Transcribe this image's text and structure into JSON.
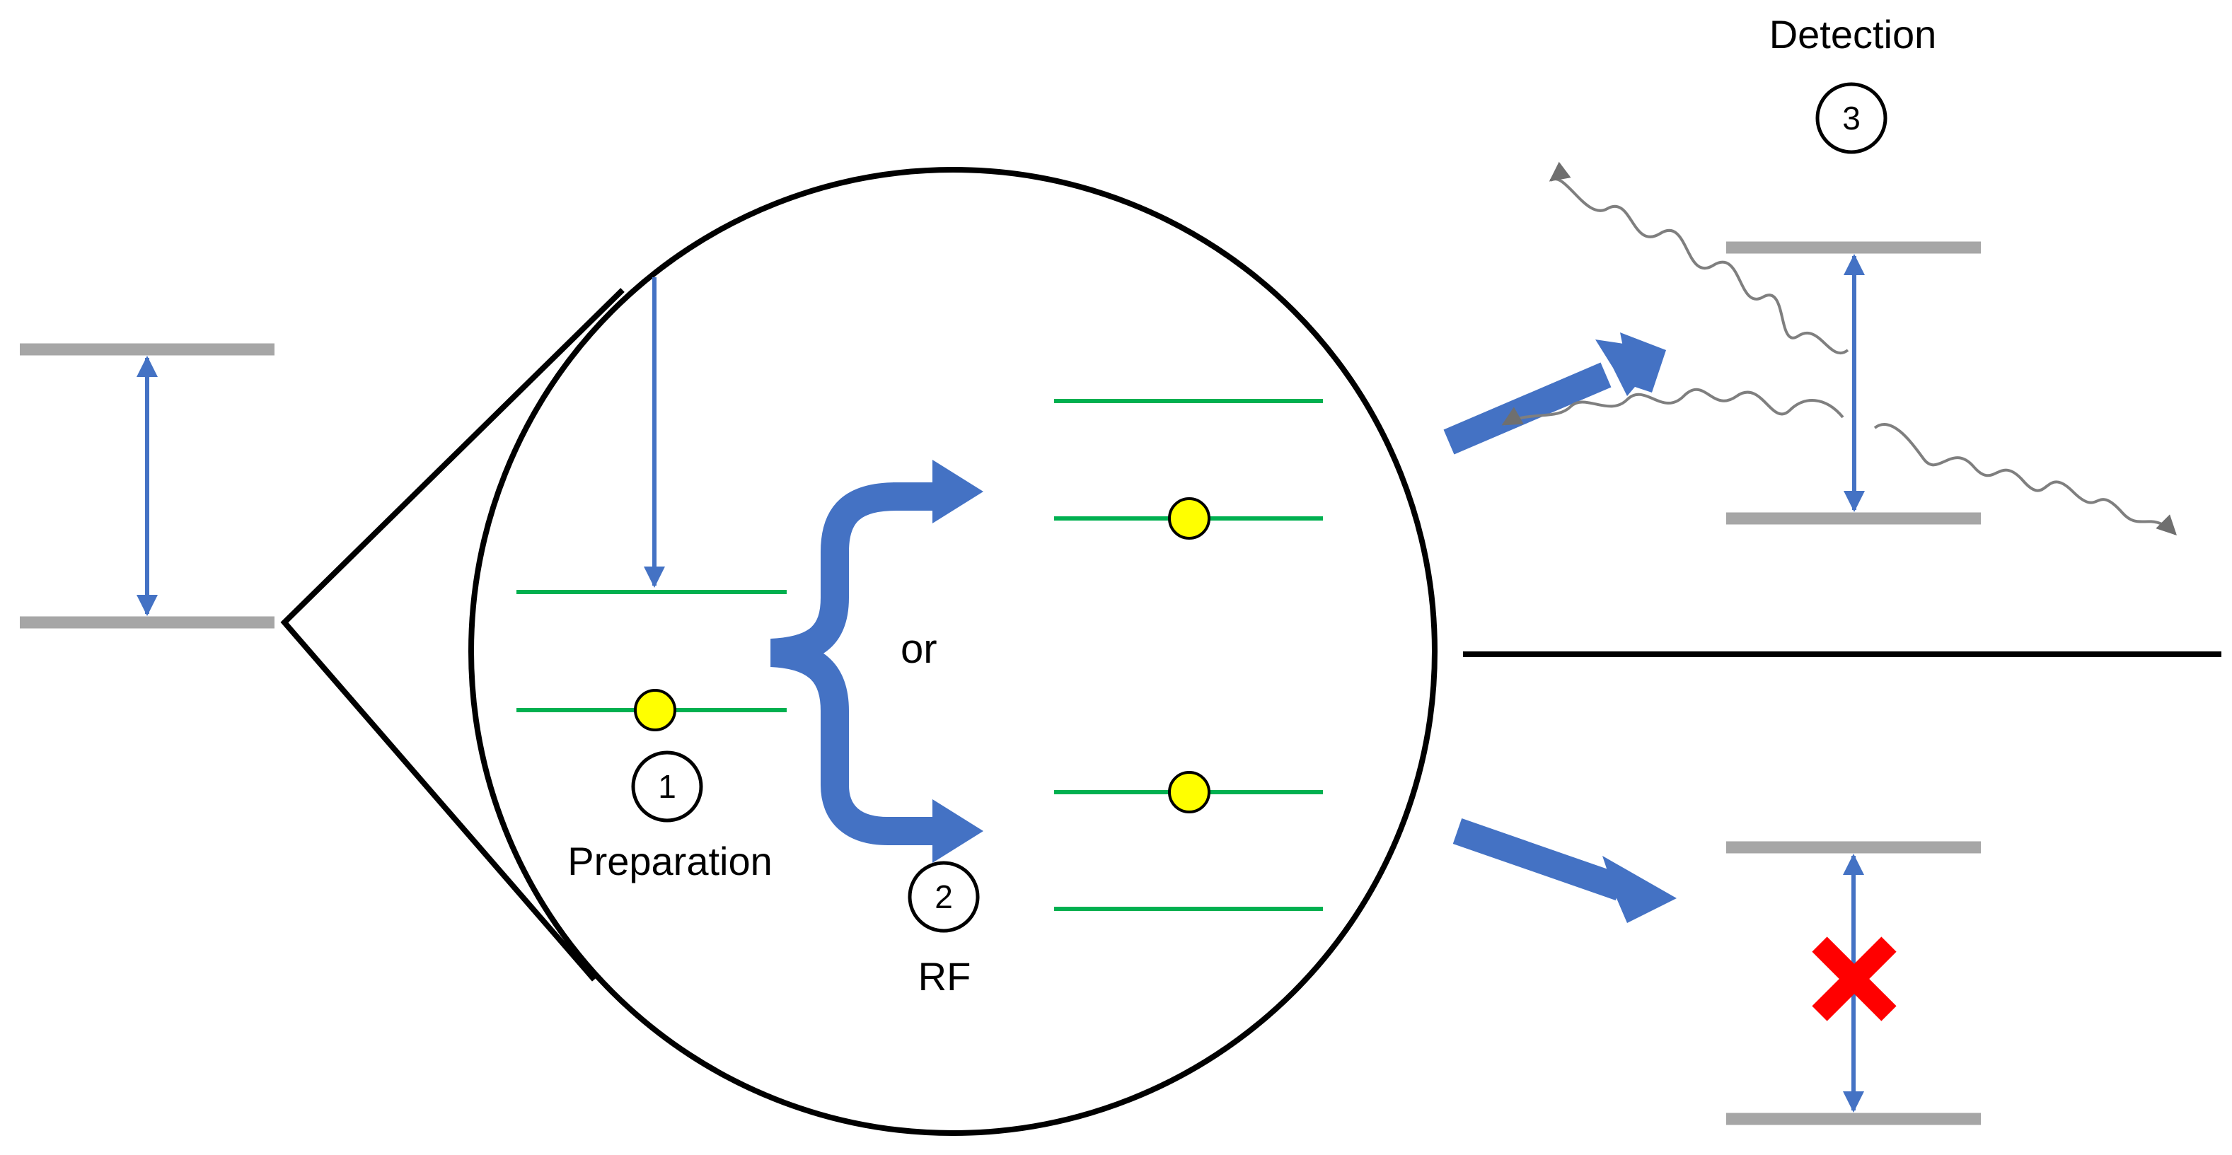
{
  "labels": {
    "detection": "Detection",
    "preparation": "Preparation",
    "or": "or",
    "rf": "RF"
  },
  "steps": {
    "preparation": "1",
    "rf": "2",
    "detection": "3"
  },
  "colors": {
    "ground_level": "#a6a6a6",
    "sublevel": "#00b050",
    "transition_arrow": "#4472c4",
    "population_dot": "#ffff00",
    "emitted_photon": "#7f7f7f",
    "blocked_mark": "#ff0000",
    "outline": "#000000"
  }
}
